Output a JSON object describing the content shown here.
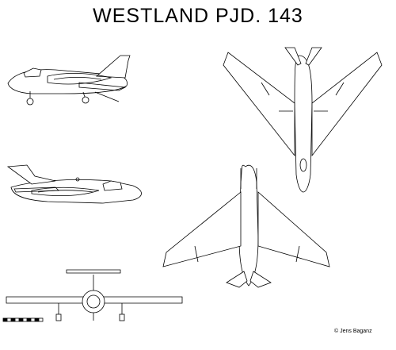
{
  "title": "WESTLAND  PJD. 143",
  "credit": "© Jens Baganz",
  "views": [
    "side-view-gear-down",
    "side-view-gear-up",
    "top-view",
    "bottom-view",
    "front-view"
  ],
  "scale_bar": {
    "present": true,
    "segments": 10
  }
}
